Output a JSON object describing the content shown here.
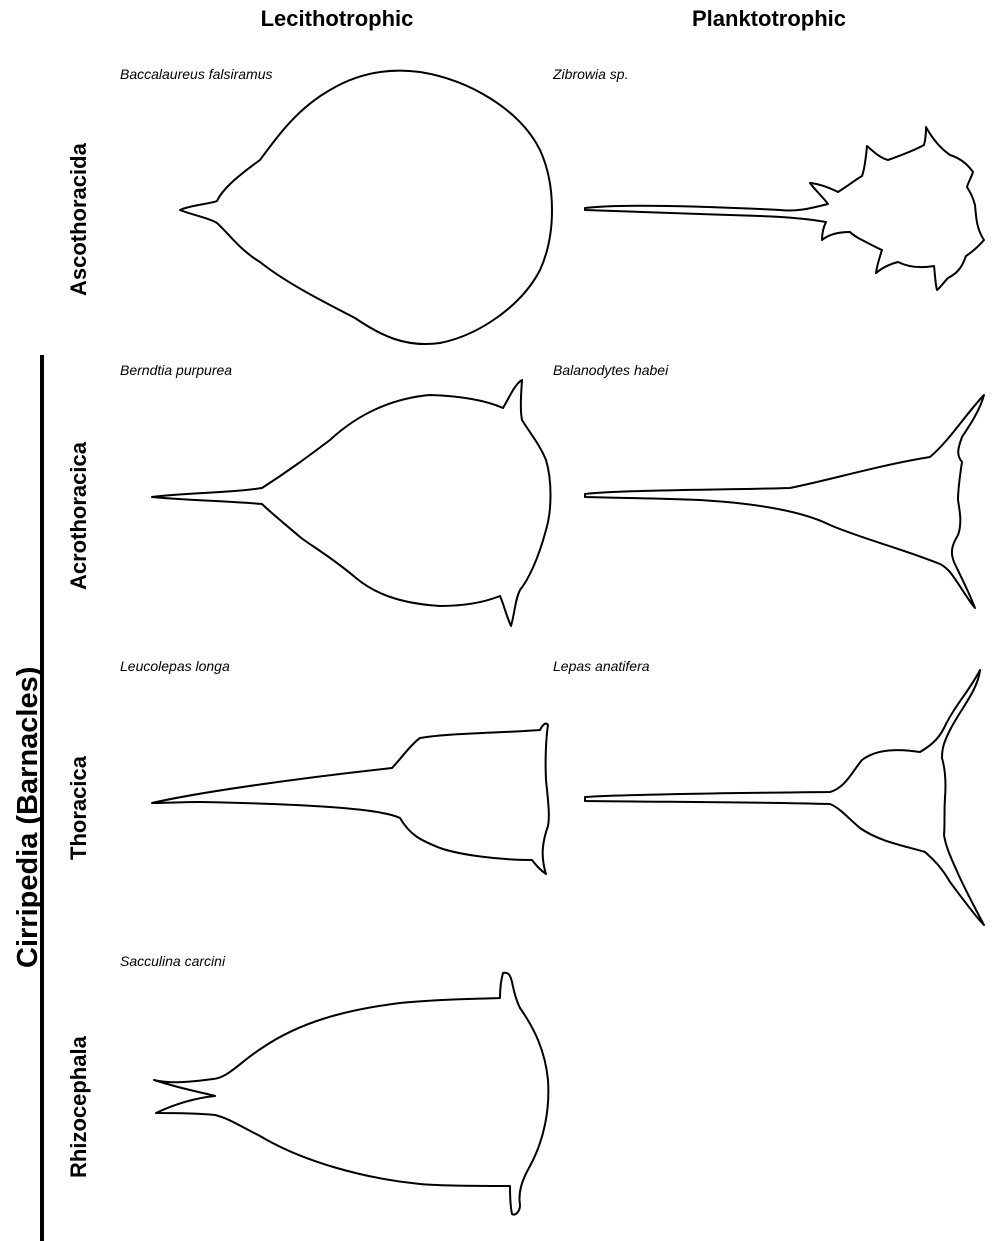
{
  "columns": {
    "left": "Lecithotrophic",
    "right": "Planktotrophic"
  },
  "group": {
    "label": "Cirripedia (Barnacles)"
  },
  "rows": [
    {
      "label": "Ascothoracida",
      "left_species": "Baccalaureus falsiramus",
      "right_species": "Zibrowia sp."
    },
    {
      "label": "Acrothoracica",
      "left_species": "Berndtia purpurea",
      "right_species": "Balanodytes habei"
    },
    {
      "label": "Thoracica",
      "left_species": "Leucolepas longa",
      "right_species": "Lepas anatifera"
    },
    {
      "label": "Rhizocephala",
      "left_species": "Sacculina carcini",
      "right_species": ""
    }
  ]
}
